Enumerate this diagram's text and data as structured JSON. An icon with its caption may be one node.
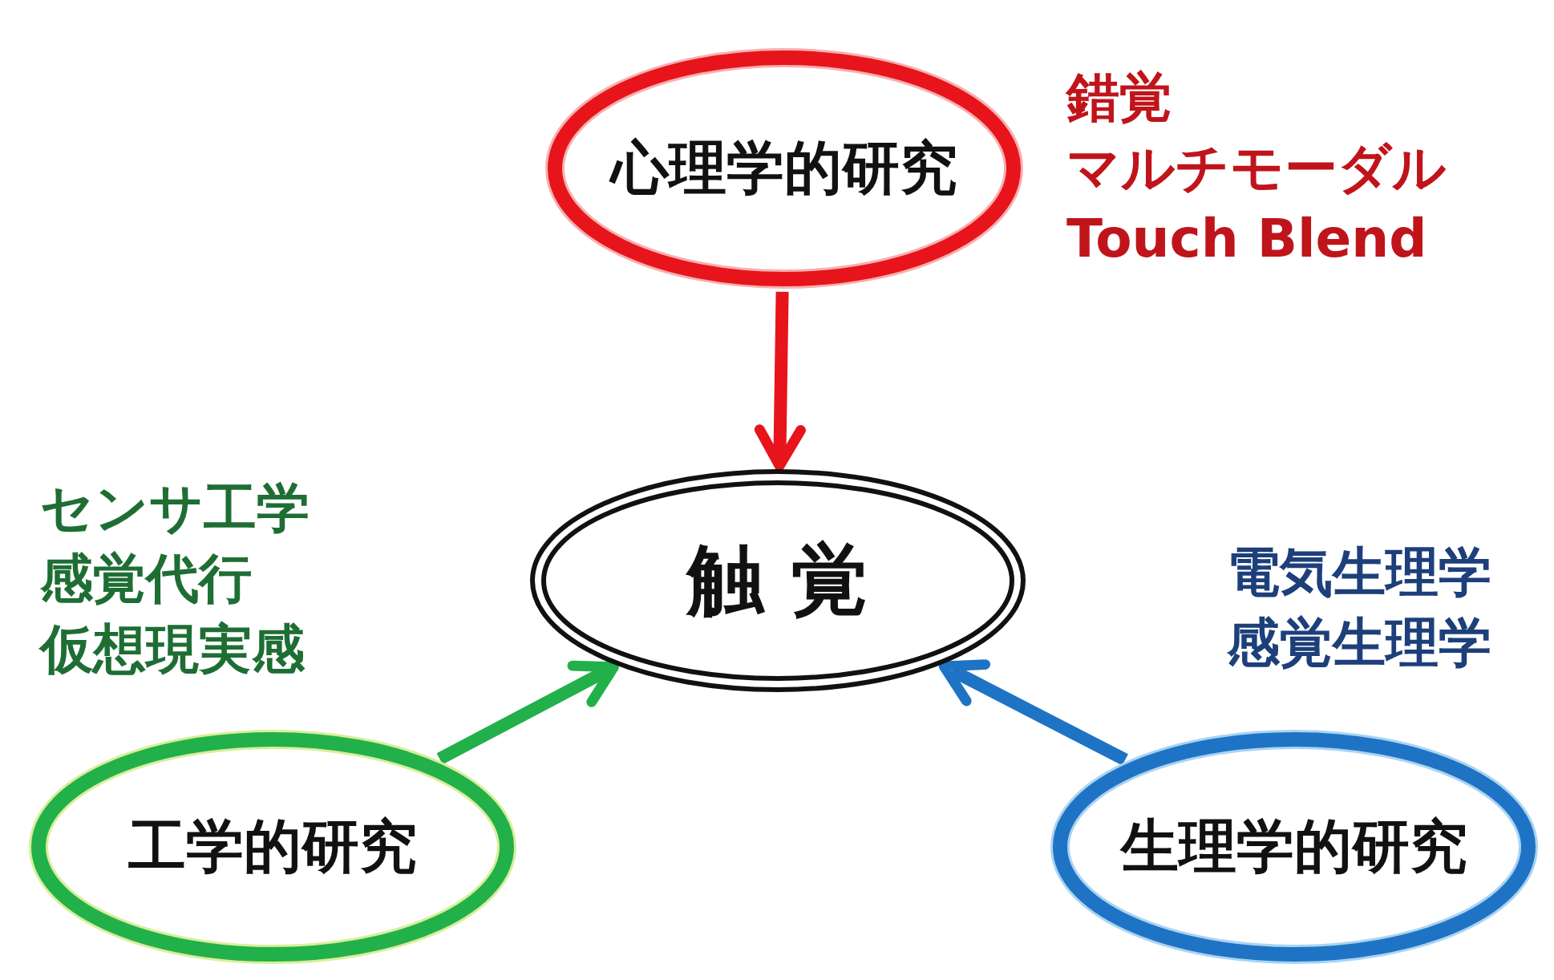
{
  "diagram": {
    "nodes": [
      {
        "text": [
          "心理学的研究"
        ],
        "beside": [
          "錯覚",
          "マルチモーダル",
          "Touch Blend"
        ]
      },
      {
        "text": [
          "触 覚"
        ]
      },
      {
        "text": [
          "工学的研究"
        ],
        "beside": [
          "センサ工学",
          "感覚代行",
          "仮想現実感"
        ]
      },
      {
        "text": [
          "生理学的研究"
        ],
        "beside": [
          "電気生理学",
          "感覚生理学"
        ]
      }
    ],
    "edges": [
      {
        "from": 0,
        "to": 1,
        "arrow": "to",
        "color": "#e8141b"
      },
      {
        "from": 2,
        "to": 1,
        "arrow": "to",
        "color": "#22b04a"
      },
      {
        "from": 3,
        "to": 1,
        "arrow": "to",
        "color": "#1f73c4"
      }
    ]
  }
}
